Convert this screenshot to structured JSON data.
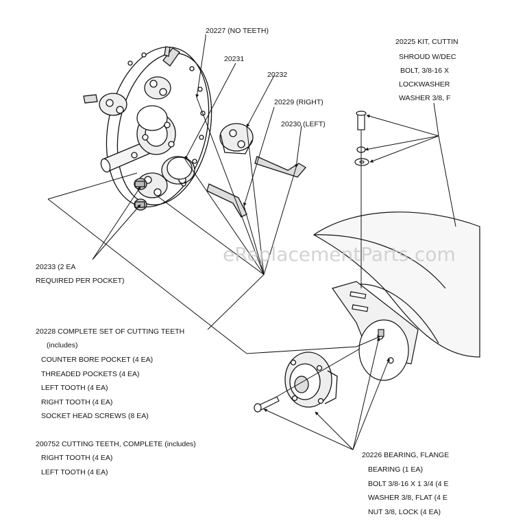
{
  "watermark": "eReplacementParts.com",
  "callouts": {
    "no_teeth": "20227 (NO TEETH)",
    "p20231": "20231",
    "p20232": "20232",
    "right": "20229 (RIGHT)",
    "left": "20230 (LEFT)",
    "p20233_a": "20233 (2 EA",
    "p20233_b": "REQUIRED PER POCKET)"
  },
  "kit": [
    "20225 KIT, CUTTIN",
    "SHROUD W/DEC",
    "BOLT, 3/8-16 X",
    "LOCKWASHER",
    "WASHER 3/8, F"
  ],
  "teeth_set": [
    "20228 COMPLETE SET OF CUTTING TEETH",
    "(includes)",
    "COUNTER BORE POCKET (4 EA)",
    "THREADED POCKETS (4 EA)",
    "LEFT TOOTH (4 EA)",
    "RIGHT TOOTH (4 EA)",
    "SOCKET HEAD SCREWS (8 EA)"
  ],
  "teeth_complete": [
    "200752 CUTTING TEETH, COMPLETE (includes)",
    "RIGHT TOOTH (4 EA)",
    "LEFT TOOTH (4 EA)"
  ],
  "bearing": [
    "20226 BEARING, FLANGE",
    "BEARING (1 EA)",
    "BOLT 3/8-16 X 1 3/4 (4 E",
    "WASHER 3/8, FLAT (4 E",
    "NUT 3/8, LOCK (4 EA)"
  ]
}
